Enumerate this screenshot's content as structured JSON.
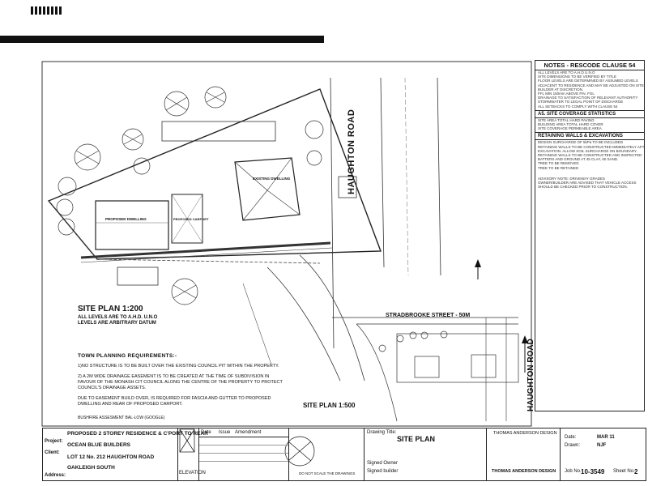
{
  "header": {
    "redacted": true
  },
  "plan": {
    "site_plan_main": "SITE PLAN 1:200",
    "site_plan_sub1": "ALL LEVELS ARE TO A.H.D. U.N.O",
    "site_plan_sub2": "LEVELS ARE ARBITRARY DATUM",
    "site_plan_small": "SITE PLAN 1:500",
    "road_main": "HAUGHTON ROAD",
    "road_lower": "HAUGHTON ROAD",
    "street_lower": "STRADBROOKE STREET - 50M",
    "existing_dwelling": "EXISTING DWELLING",
    "proposed_dwelling": "PROPOSED DWELLING",
    "carport": "PROPOSED CARPORT"
  },
  "notes": {
    "title": "NOTES - RESCODE CLAUSE 54",
    "lines": [
      "ALL LEVELS ARE TO A.H.D U.N.O",
      "SITE DIMENSIONS TO BE VERIFIED BY TITLE",
      "FLOOR LEVELS ARE DETERMINED BY ASSUMED LEVELS",
      "ADJACENT TO RESIDENCE AND MAY BE ADJUSTED ON SITE BY",
      "BUILDER AT DISCRETION.",
      "FFL MIN 150mm ABOVE FIN. FGL",
      "DRAINAGE TO SATISFACTION OF RELEVANT AUTHORITY",
      "STORMWATER TO LEGAL POINT OF DISCHARGE",
      "ALL SETBACKS TO COMPLY WITH CLAUSE 54"
    ],
    "coverage_title": "A5. SITE COVERAGE STATISTICS",
    "coverage_lines": [
      "SITE AREA          TOTAL HARD PAVING",
      "BUILDING AREA      TOTAL HARD COVER",
      "SITE COVERAGE      PERMEABLE AREA"
    ],
    "retaining_title": "RETAINING WALLS & EXCAVATIONS",
    "retaining_lines": [
      "DESIGN SURCHARGE OF 5kPa TO BE INCLUDED",
      "RETAINING WALLS TO BE CONSTRUCTED IMMEDIATELY AFTER",
      "EXCAVATION. ALLOW SOIL SURCHARGE ON BOUNDARY.",
      "RETAINING WALLS TO BE CONSTRUCTED AND INSPECTED",
      "BATTERS AND GROUND AT 45 CLAY, 60 SAND.",
      "TREE TO BE REMOVED",
      "TREE TO BE RETAINED"
    ],
    "advisory_lines": [
      "ADVISORY NOTE: DRIVEWAY GRADES",
      "OWNER/BUILDER ARE ADVISED THAT VEHICLE ACCESS",
      "SHOULD BE CHECKED PRIOR TO CONSTRUCTION."
    ]
  },
  "planning": {
    "heading": "TOWN PLANNING REQUIREMENTS:-",
    "p1": "1)NO STRUCTURE IS TO BE BUILT OVER THE EXISTING COUNCIL PIT WITHIN THE PROPERTY.",
    "p2": "2) A 2M WIDE DRAINAGE EASEMENT IS TO BE CREATED AT THE TIME OF SUBDIVISION IN FAVOUR OF THE MONASH CIT COUNCIL ALONG THE CENTRE OF THE PROPERTY TO PROTECT COUNCIL'S DRAINAGE ASSETS.",
    "p3": "DUE TO EASEMENT BUILD OVER, IS REQUIRED FOR FASCIA AND GUTTER TO PROPOSED DWELLING AND REAR OF PROPOSED CARPORT.",
    "p4": "BUSHFIRE ASSESMENT BAL-LOW (GOOGLE)"
  },
  "titleblock": {
    "project_label": "Project:",
    "project": "PROPOSED 2 STOREY RESIDENCE & C'PORT TO REAR",
    "client_label": "Client:",
    "client": "OCEAN BLUE BUILDERS",
    "lot": "LOT 12 No. 212 HAUGHTON ROAD",
    "address_label": "Address:",
    "address": "OAKLEIGH SOUTH",
    "elevation": "ELEVATION",
    "rev_date": "Date",
    "rev_issue": "Issue",
    "rev_amend": "Amendment",
    "note_small": "DO NOT SCALE THE DRAWINGS",
    "drawing_title_label": "Drawing Title:",
    "drawing_title": "SITE PLAN",
    "sign_owner": "Signed Owner",
    "sign_builder": "Signed builder",
    "firm": "THOMAS ANDERSON DESIGN",
    "job_label": "Job No.",
    "job": "10-3549",
    "sheet_label": "Sheet No.",
    "sheet": "2",
    "date_label": "Date:",
    "date": "MAR 11",
    "drawn_label": "Drawn:",
    "drawn": "NJF"
  }
}
